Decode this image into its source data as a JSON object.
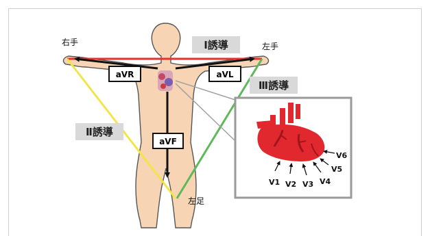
{
  "labels": {
    "right_hand": "右手",
    "left_hand": "左手",
    "left_foot": "左足",
    "lead_1": "Ⅰ誘導",
    "lead_2": "Ⅱ誘導",
    "lead_3": "Ⅲ誘導",
    "avr": "aVR",
    "avl": "aVL",
    "avf": "aVF",
    "v1": "V1",
    "v2": "V2",
    "v3": "V3",
    "v4": "V4",
    "v5": "V5",
    "v6": "V6"
  },
  "colors": {
    "lead_1": "#e8322e",
    "lead_2": "#f2e54a",
    "lead_3": "#5fb85a",
    "body_skin": "#f7d4b4",
    "body_outline": "#555555",
    "heart": "#e0282e",
    "heart_dark": "#a0151c",
    "label_bg": "#d9d9d9",
    "inset_border": "#9a9a9a"
  }
}
